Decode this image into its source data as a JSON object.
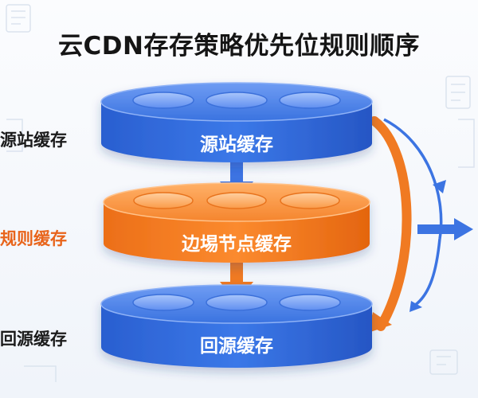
{
  "title": "云CDN存存策略优先位规则顺序",
  "side_labels": [
    {
      "text": "源站缓存",
      "color": "#1b1b1b"
    },
    {
      "text": "规则缓存",
      "color": "#e8641b"
    },
    {
      "text": "回源缓存",
      "color": "#1b1b1b"
    }
  ],
  "layers": [
    {
      "label": "源站缓存",
      "color": "blue"
    },
    {
      "label": "边埸节点缓存",
      "color": "orange"
    },
    {
      "label": "回源缓存",
      "color": "blue"
    }
  ],
  "colors": {
    "blue": "#2f68dc",
    "orange": "#f07a22",
    "label_orange": "#e8641b",
    "text_dark": "#1b1b1b"
  }
}
